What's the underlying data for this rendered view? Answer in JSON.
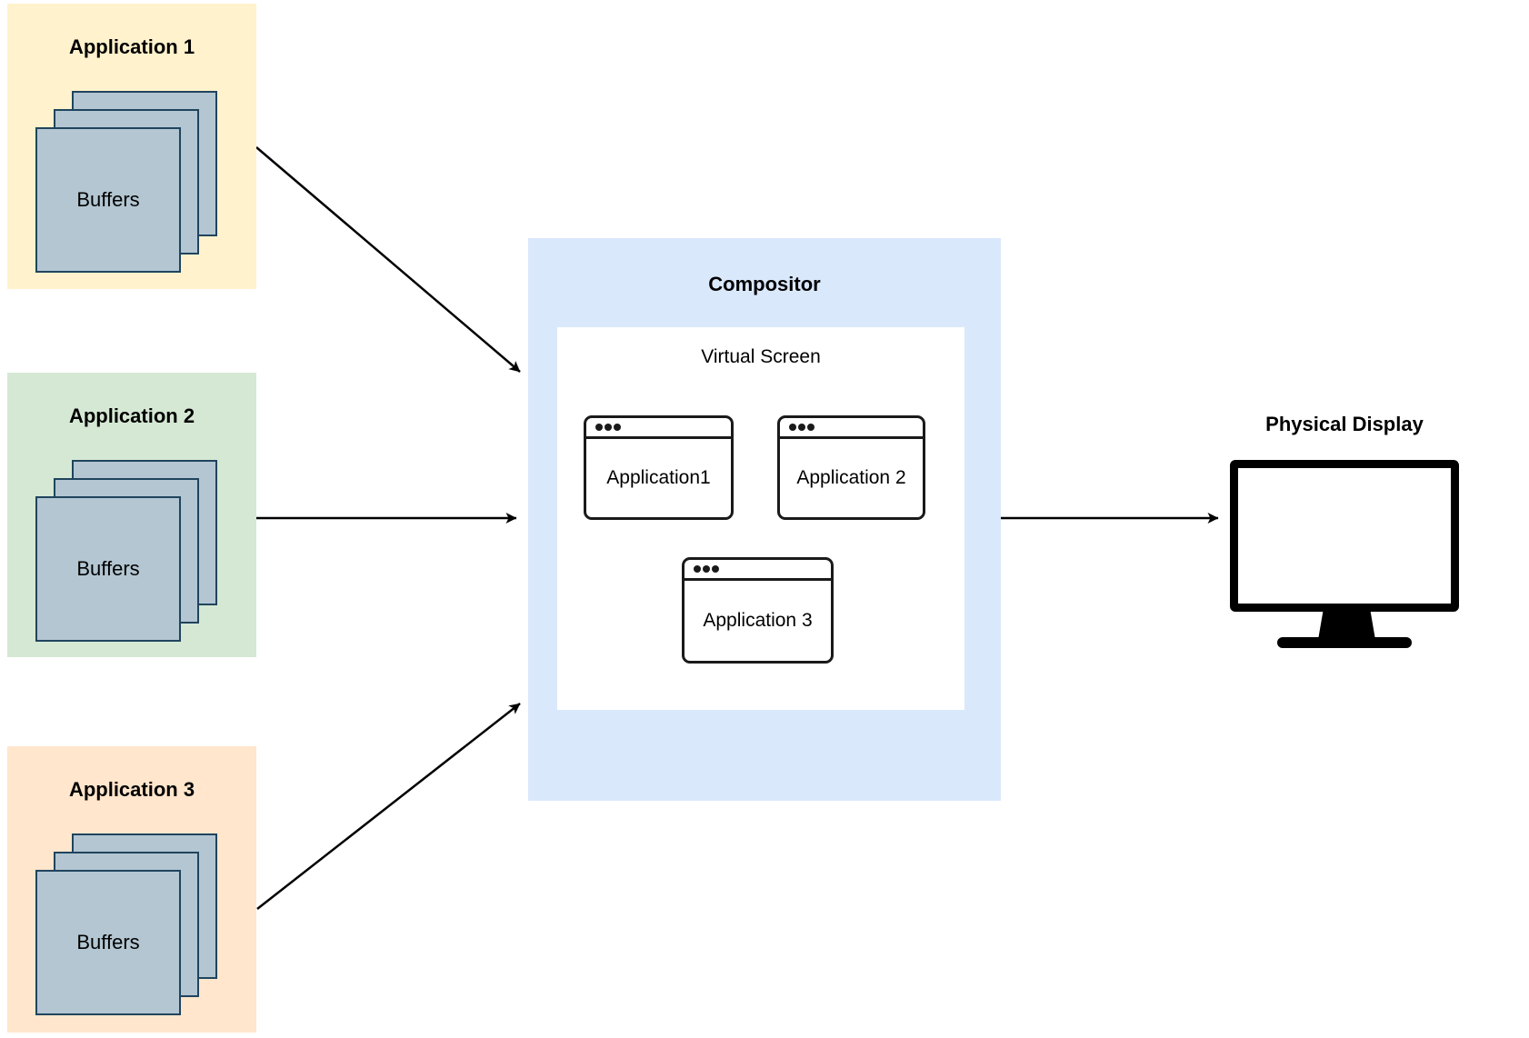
{
  "applications": [
    {
      "title": "Application 1",
      "buffers_label": "Buffers",
      "bg": "#FFF2CC"
    },
    {
      "title": "Application 2",
      "buffers_label": "Buffers",
      "bg": "#D5E8D4"
    },
    {
      "title": "Application 3",
      "buffers_label": "Buffers",
      "bg": "#FFE6CC"
    }
  ],
  "compositor": {
    "title": "Compositor",
    "bg": "#DAE8FC",
    "virtual_screen": {
      "title": "Virtual Screen",
      "windows": [
        {
          "label": "Application1"
        },
        {
          "label": "Application 2"
        },
        {
          "label": "Application 3"
        }
      ]
    }
  },
  "physical_display": {
    "title": "Physical Display"
  },
  "colors": {
    "app1_bg": "#FFF2CC",
    "app2_bg": "#D5E8D4",
    "app3_bg": "#FFE6CC",
    "compositor_bg": "#DAE8FC",
    "virtual_screen_bg": "#FFFFFF",
    "buffer_fill": "#B3C6D2",
    "buffer_border": "#20445E",
    "window_border": "#1A1A1A",
    "monitor_color": "#000000",
    "arrow_color": "#000000",
    "text_color": "#000000"
  }
}
